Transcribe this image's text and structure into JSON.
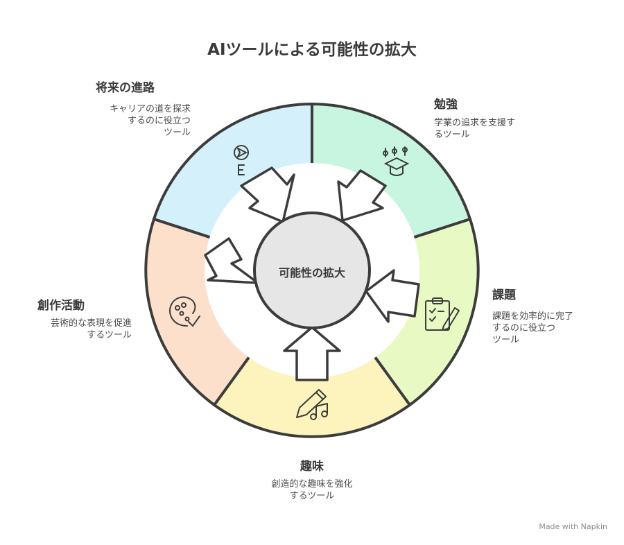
{
  "title": "AIツールによる可能性の拡大",
  "center_label": "可能性の拡大",
  "segments": [
    {
      "key": "career",
      "label": "将来の進路",
      "desc": "キャリアの道を探求\nするのに役立つ\nツール",
      "icon": "compass-icon",
      "color": "#d3f0fb"
    },
    {
      "key": "study",
      "label": "勉強",
      "desc": "学業の追求を支援す\nるツール",
      "icon": "graduation-cap-icon",
      "color": "#c7f5df"
    },
    {
      "key": "assignments",
      "label": "課題",
      "desc": "課題を効率的に完了\nするのに役立つ\nツール",
      "icon": "clipboard-pencil-icon",
      "color": "#e8f9c3"
    },
    {
      "key": "hobbies",
      "label": "趣味",
      "desc": "創造的な趣味を強化\nするツール",
      "icon": "pencil-music-icon",
      "color": "#fcf4bc"
    },
    {
      "key": "creative",
      "label": "創作活動",
      "desc": "芸術的な表現を促進\nするツール",
      "icon": "palette-icon",
      "color": "#fde0cb"
    }
  ],
  "footer": "Made with Napkin"
}
